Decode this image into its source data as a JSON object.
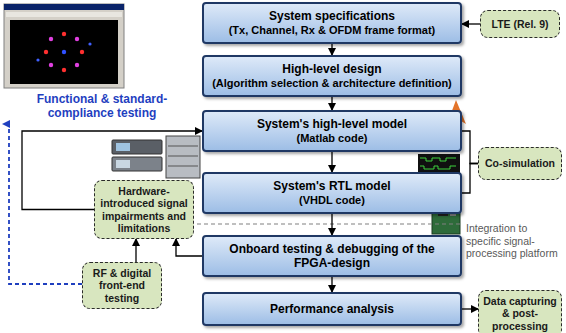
{
  "diagram": {
    "nodes": [
      {
        "text": [
          "System specifications",
          "(Tx, Channel, Rx & OFDM frame format)"
        ]
      },
      {
        "text": [
          "LTE (Rel. 9)"
        ]
      },
      {
        "text": [
          "High-level design",
          "(Algorithm selection & architecture definition)"
        ]
      },
      {
        "text": [
          "System's high-level model",
          "(Matlab code)"
        ]
      },
      {
        "text": [
          "System's RTL model",
          "(VHDL code)"
        ]
      },
      {
        "text": [
          "Co-simulation"
        ]
      },
      {
        "text": [
          "Hardware-introduced signal impairments and limitations"
        ]
      },
      {
        "text": [
          "Onboard testing & debugging of the FPGA-design"
        ]
      },
      {
        "text": [
          "RF & digital front-end testing"
        ]
      },
      {
        "text": [
          "Performance analysis"
        ]
      },
      {
        "text": [
          "Data capturing & post-processing"
        ]
      }
    ],
    "edges": [
      {
        "from": 1,
        "to": 0,
        "arrow": "to"
      },
      {
        "from": 0,
        "to": 2,
        "arrow": "to"
      },
      {
        "from": 2,
        "to": 3,
        "arrow": "to"
      },
      {
        "from": 3,
        "to": 4,
        "arrow": "to"
      },
      {
        "from": 4,
        "to": 7,
        "arrow": "to"
      },
      {
        "from": 7,
        "to": 9,
        "arrow": "to"
      },
      {
        "from": 3,
        "to": 5,
        "arrow": "none"
      },
      {
        "from": 4,
        "to": 5,
        "arrow": "none"
      },
      {
        "from": 7,
        "to": 6,
        "arrow": "to"
      },
      {
        "from": 8,
        "to": 6,
        "arrow": "to"
      },
      {
        "from": 6,
        "to": 3,
        "arrow": "to"
      },
      {
        "from": 9,
        "to": 10,
        "arrow": "to"
      }
    ],
    "labels": [
      "Functional & standard-compliance testing",
      "Integration to specific signal-processing platform"
    ]
  }
}
